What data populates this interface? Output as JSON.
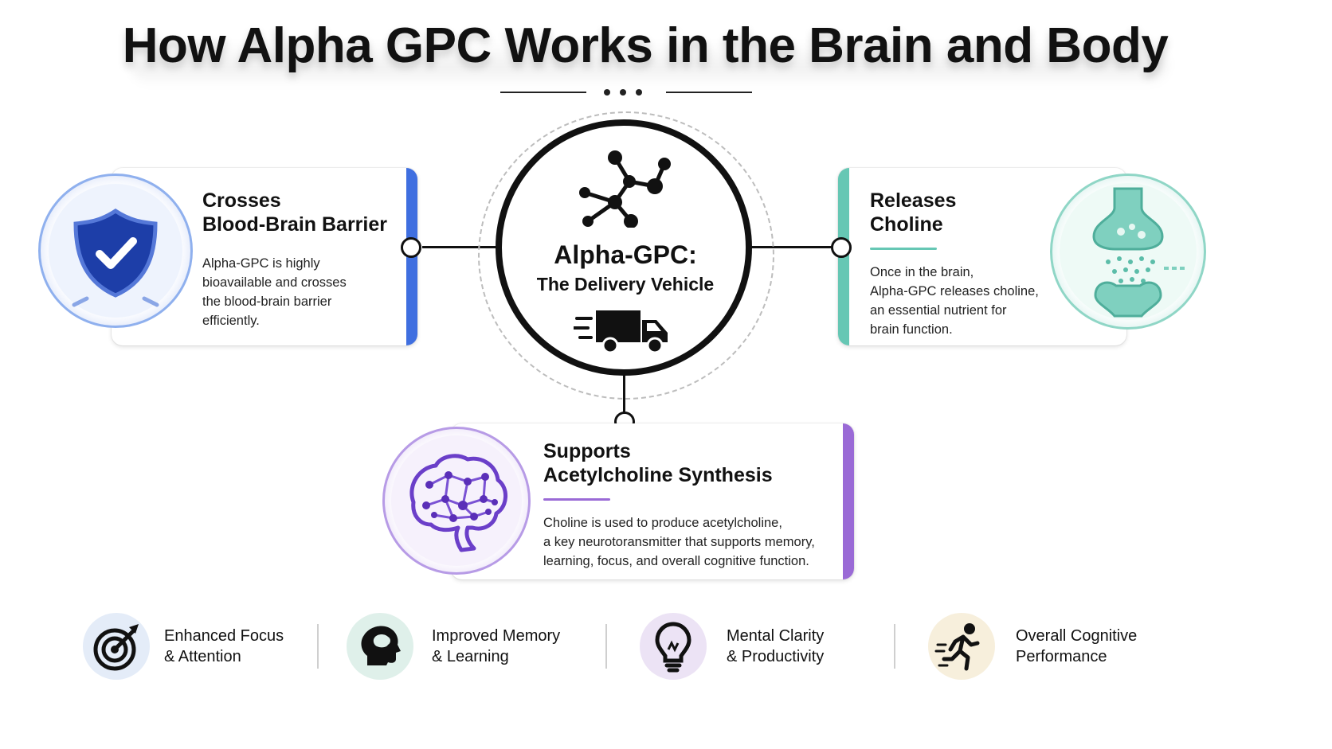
{
  "title": "How Alpha GPC Works in the Brain and Body",
  "center": {
    "title": "Alpha-GPC:",
    "subtitle": "The Delivery Vehicle"
  },
  "cards": {
    "barrier": {
      "title_line1": "Crosses",
      "title_line2": "Blood-Brain Barrier",
      "text_lines": [
        "Alpha-GPC is highly",
        "bioavailable and crosses",
        "the blood-brain barrier",
        "efficiently."
      ],
      "accent": "#3f6fe0"
    },
    "choline": {
      "title_line1": "Releases",
      "title_line2": "Choline",
      "text_lines": [
        "Once in the brain,",
        "Alpha-GPC releases choline,",
        "an essential nutrient for",
        "brain function."
      ],
      "accent": "#66c7b4"
    },
    "synthesis": {
      "title_line1": "Supports",
      "title_line2": "Acetylcholine Synthesis",
      "text_lines": [
        "Choline is used to produce acetylcholine,",
        "a key neurotoransmitter that supports memory,",
        "learning, focus, and overall cognitive function."
      ],
      "accent": "#9a6ad6"
    }
  },
  "benefits": [
    {
      "line1": "Enhanced Focus",
      "line2": "& Attention",
      "icon": "target-icon",
      "bg": "#e4ecf8"
    },
    {
      "line1": "Improved Memory",
      "line2": "& Learning",
      "icon": "head-brain-icon",
      "bg": "#dff0ea"
    },
    {
      "line1": "Mental Clarity",
      "line2": "& Productivity",
      "icon": "lightbulb-icon",
      "bg": "#ece3f5"
    },
    {
      "line1": "Overall Cognitive",
      "line2": "Performance",
      "icon": "running-person-icon",
      "bg": "#f7efdc"
    }
  ],
  "icons": {
    "molecule": "molecule-icon",
    "truck": "delivery-truck-icon",
    "shield": "shield-check-icon",
    "synapse": "synapse-icon",
    "brain": "brain-network-icon"
  }
}
